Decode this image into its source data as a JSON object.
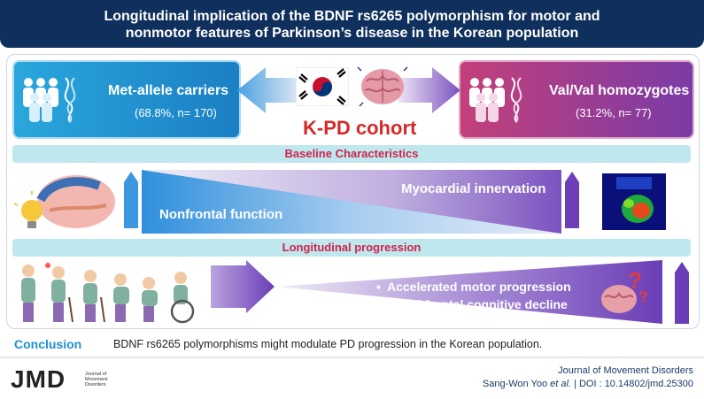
{
  "header": {
    "title_line1": "Longitudinal implication of the BDNF rs6265 polymorphism for motor and",
    "title_line2": "nonmotor features of Parkinson’s disease in the Korean population"
  },
  "left_group": {
    "label": "Met-allele carriers",
    "stats": "(68.8%, n= 170)"
  },
  "right_group": {
    "label": "Val/Val homozygotes",
    "stats": "(31.2%, n= 77)"
  },
  "cohort_label": "K-PD cohort",
  "baseline": {
    "heading": "Baseline Characteristics",
    "nonfrontal": "Nonfrontal function",
    "myocardial": "Myocardial innervation"
  },
  "longitudinal": {
    "heading": "Longitudinal progression",
    "bullets": [
      "Accelerated motor progression",
      "Rapid frontal cognitive decline"
    ]
  },
  "conclusion": {
    "label": "Conclusion",
    "text": "BDNF rs6265 polymorphisms might modulate PD progression in the Korean population."
  },
  "footer": {
    "logo": "JMD",
    "logo_sub": "Journal of Movement Disorders",
    "journal": "Journal of Movement Disorders",
    "authors": "Sang-Won Yoo",
    "etal": "et al.",
    "doi": " | DOI : 10.14802/jmd.25300"
  },
  "colors": {
    "navy": "#0f2f5c",
    "blue": "#1b7fc4",
    "purple": "#7a3ba6",
    "accent_red": "#d0234a"
  }
}
